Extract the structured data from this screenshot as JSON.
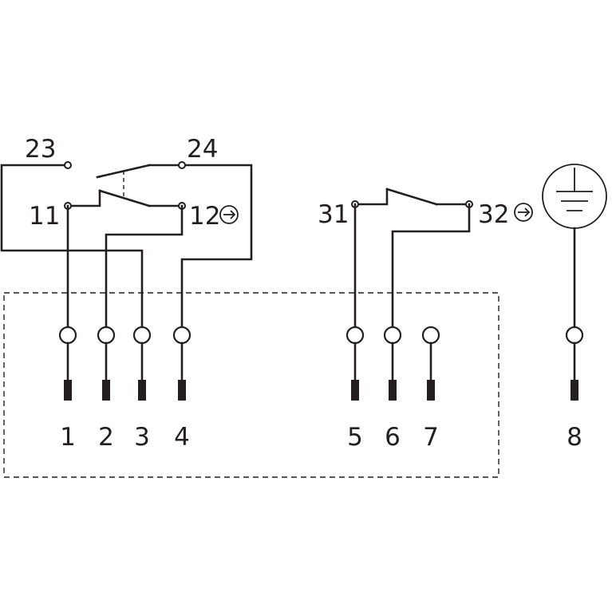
{
  "contact_labels": {
    "c23": "23",
    "c24": "24",
    "c11": "11",
    "c12": "12",
    "c31": "31",
    "c32": "32"
  },
  "pin_labels": [
    "1",
    "2",
    "3",
    "4",
    "5",
    "6",
    "7",
    "8"
  ],
  "icons": {
    "positive_opening": "arrow-in-circle-icon",
    "ground": "protective-earth-icon"
  }
}
